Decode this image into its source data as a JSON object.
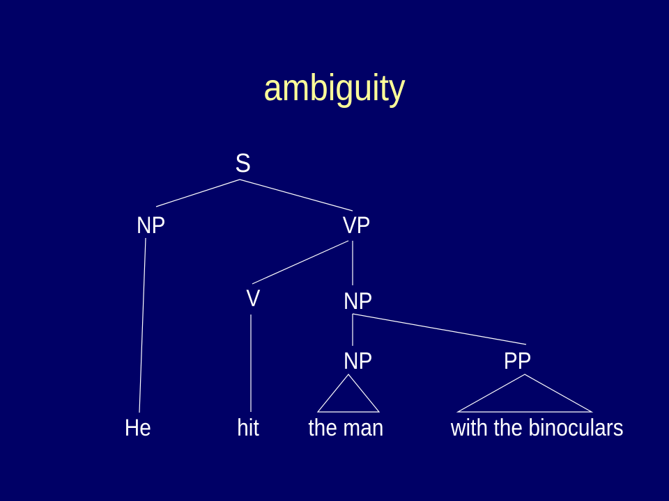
{
  "title": "ambiguity",
  "colors": {
    "background": "#000066",
    "title": "#ffff99",
    "text": "#ffffff",
    "lines": "#ffffff"
  },
  "tree": {
    "root": "S",
    "np_subject": "NP",
    "vp": "VP",
    "verb": "V",
    "np_object": "NP",
    "np_inner": "NP",
    "pp": "PP"
  },
  "words": {
    "he": "He",
    "hit": "hit",
    "the_man": "the man",
    "with_the_binoculars": "with the binoculars"
  }
}
